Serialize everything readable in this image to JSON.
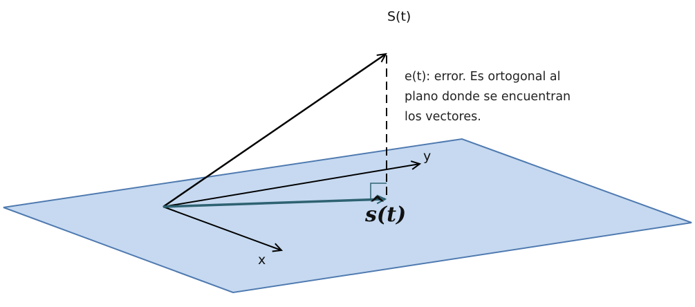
{
  "labels": {
    "signal_vector": "S(t)",
    "x_axis": "x",
    "y_axis": "y",
    "estimate_base": "s(t)",
    "estimate_hat": "^"
  },
  "error_note": {
    "lines": [
      "e(t): error. Es ortogonal al",
      "plano donde se encuentran",
      "los vectores."
    ]
  },
  "colors": {
    "plane_fill": "#c6d9f0",
    "plane_stroke": "#4f7ab0",
    "vector_black": "#000000",
    "estimate_vector": "#2e6272",
    "right_angle_marker": "#2e6272"
  }
}
